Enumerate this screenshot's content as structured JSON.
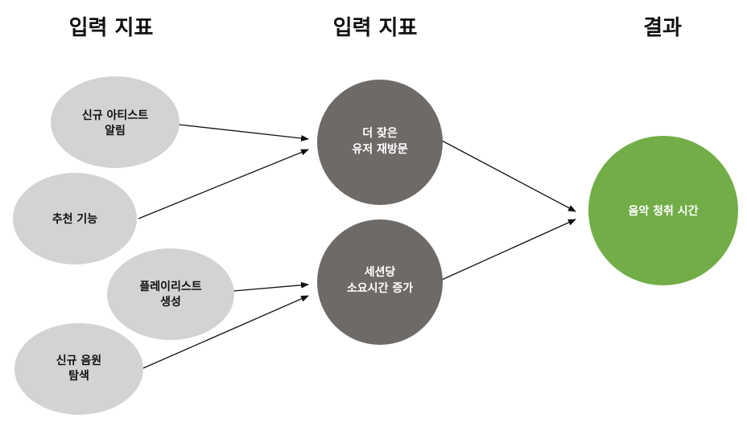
{
  "headers": {
    "col1": "입력 지표",
    "col2": "입력 지표",
    "col3": "결과"
  },
  "nodes": {
    "new_artist_alert": {
      "line1": "신규 아티스트",
      "line2": "알림"
    },
    "recommendation": {
      "line1": "추천 기능"
    },
    "playlist_creation": {
      "line1": "플레이리스트",
      "line2": "생성"
    },
    "new_music_explore": {
      "line1": "신규 음원",
      "line2": "탐색"
    },
    "user_revisit": {
      "line1": "더 잦은",
      "line2": "유저 재방문"
    },
    "session_time": {
      "line1": "세션당",
      "line2": "소요시간 증가"
    },
    "listening_time": {
      "line1": "음악 청취 시간"
    }
  },
  "colors": {
    "input_node": "#d3d3d1",
    "middle_node": "#6e6a68",
    "result_node": "#72ad47",
    "arrow": "#111111"
  }
}
